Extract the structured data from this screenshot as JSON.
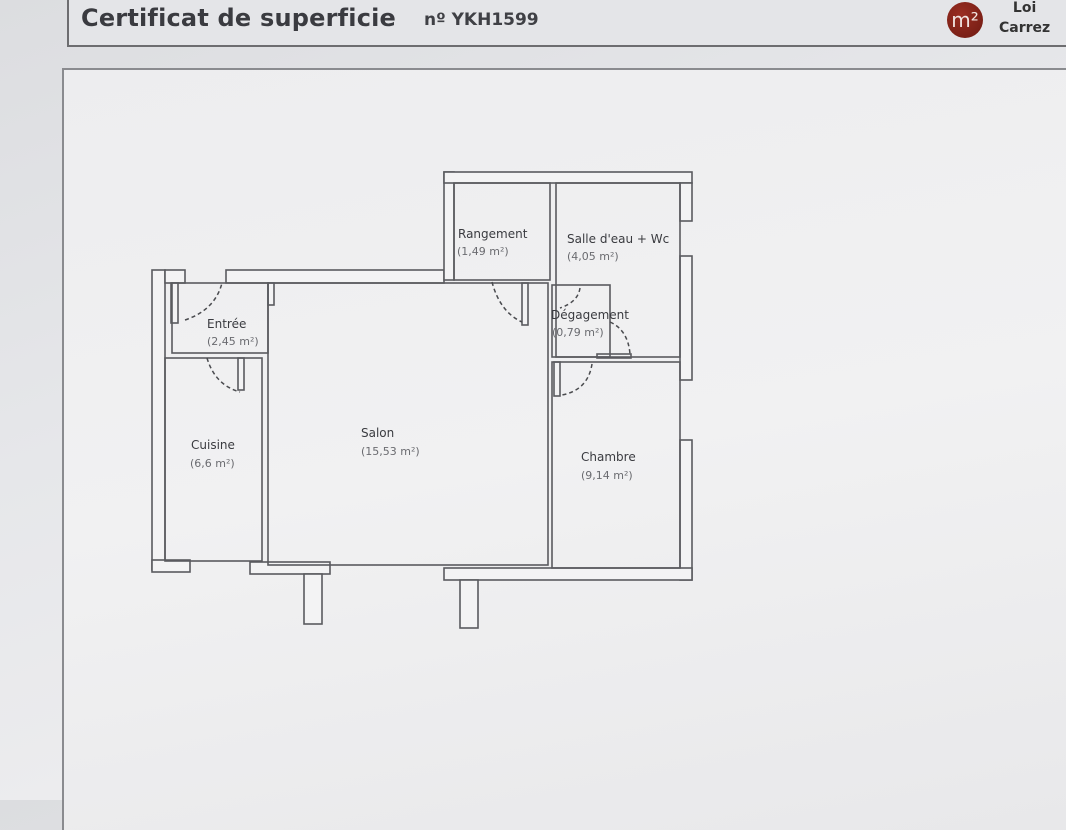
{
  "header": {
    "title": "Certificat de superficie",
    "certificate_number": "nº YKH1599",
    "logo_symbol": "m²",
    "logo_label_line1": "Loi",
    "logo_label_line2": "Carrez",
    "logo_color": "#8a2a1e"
  },
  "plan": {
    "rooms": [
      {
        "name": "Rangement",
        "area": "(1,49 m²)"
      },
      {
        "name": "Salle d'eau + Wc",
        "area": "(4,05 m²)"
      },
      {
        "name": "Entrée",
        "area": "(2,45 m²)"
      },
      {
        "name": "Dégagement",
        "area": "(0,79 m²)"
      },
      {
        "name": "Cuisine",
        "area": "(6,6 m²)"
      },
      {
        "name": "Salon",
        "area": "(15,53 m²)"
      },
      {
        "name": "Chambre",
        "area": "(9,14 m²)"
      }
    ]
  }
}
